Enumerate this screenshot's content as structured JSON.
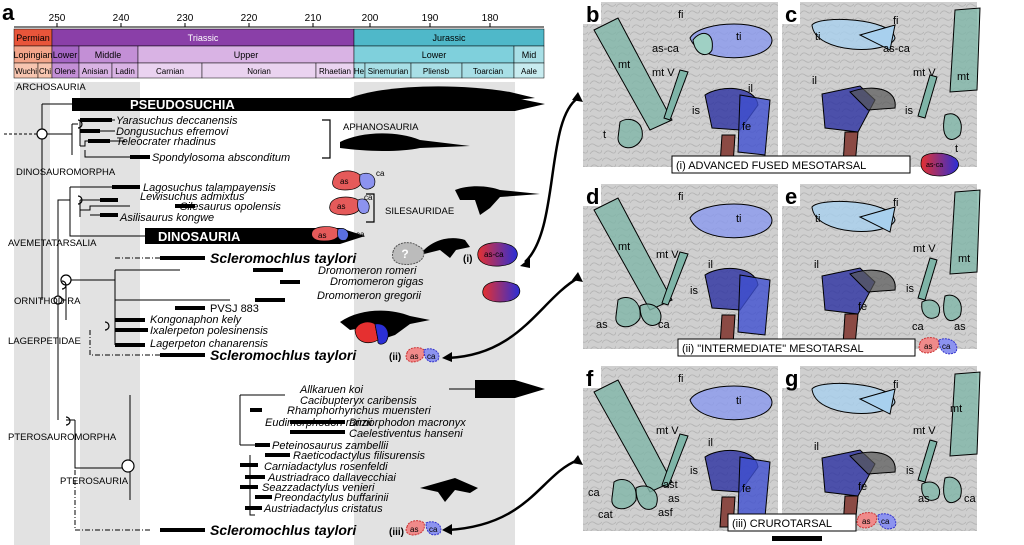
{
  "panel_labels": {
    "a": "a",
    "b": "b",
    "c": "c",
    "d": "d",
    "e": "e",
    "f": "f",
    "g": "g"
  },
  "timescale": {
    "ticks": [
      "250",
      "240",
      "230",
      "220",
      "210",
      "200",
      "190"
    ],
    "periods": [
      "Permian",
      "Triassic",
      "Jurassic"
    ],
    "epochs": [
      "Lopingian",
      "Lower",
      "Middle",
      "Upper",
      "Lower",
      "Mid"
    ],
    "stages": [
      "Wuchi",
      "Chi",
      "Olene",
      "Anisian",
      "Ladin",
      "Carnian",
      "Norian",
      "Rhaetian",
      "He",
      "Sinemurian",
      "Pliensb",
      "Toarcian",
      "Aale"
    ]
  },
  "clades": {
    "archosauria": "ARCHOSAURIA",
    "pseudosuchia": "PSEUDOSUCHIA",
    "aphanosauria": "APHANOSAURIA",
    "dinosauromorpha": "DINOSAUROMORPHA",
    "silesauridae": "SILESAURIDAE",
    "avemetatarsalia": "AVEMETATARSALIA",
    "dinosauria": "DINOSAURIA",
    "ornithodira": "ORNITHODIRA",
    "lagerpetidae": "LAGERPETIDAE",
    "pterosauromorpha": "PTEROSAUROMORPHA",
    "pterosauria": "PTEROSAURIA"
  },
  "taxa": {
    "yarasuchus": "Yarasuchus deccanensis",
    "dongusuchus": "Dongusuchus efremovi",
    "teleocrater": "Teleocrater rhadinus",
    "spondylosoma": "Spondylosoma absconditum",
    "lagosuchus": "Lagosuchus talampayensis",
    "lewisuchus": "Lewisuchus admixtus",
    "silesaurus": "Silesaurus opolensis",
    "asilisaurus": "Asilisaurus kongwe",
    "sclero1": "Scleromochlus taylori",
    "drom_romeri": "Dromomeron romeri",
    "drom_gigas": "Dromomeron gigas",
    "drom_gregorii": "Dromomeron gregorii",
    "pvsj": "PVSJ 883",
    "kongonaphon": "Kongonaphon kely",
    "ixalerpeton": "Ixalerpeton polesinensis",
    "lagerpeton": "Lagerpeton chanarensis",
    "sclero2": "Scleromochlus taylori",
    "allkaruen": "Allkaruen koi",
    "cacibupteryx": "Cacibupteryx caribensis",
    "rhamphorhynchus": "Rhamphorhynchus muensteri",
    "eudimorphodon": "Eudimorphodon ranzii",
    "dimorphodon": "Dimorphodon macronyx",
    "caelestiventus": "Caelestiventus hanseni",
    "peteinosaurus": "Peteinosaurus zambellii",
    "raeticodactylus": "Raeticodactylus filisurensis",
    "carniadactylus": "Carniadactylus rosenfeldi",
    "austriadraco": "Austriadraco dallavecchiai",
    "seazzadactylus": "Seazzadactylus venieri",
    "preondactylus": "Preondactylus buffarinii",
    "austriadactylus": "Austriadactylus cristatus",
    "sclero3": "Scleromochlus taylori"
  },
  "markers": {
    "i": "(i)",
    "ii": "(ii)",
    "iii": "(iii)",
    "q": "?"
  },
  "bone_labels": {
    "as": "as",
    "ca": "ca",
    "asca": "as-ca",
    "fi": "fi",
    "ti": "ti",
    "mt": "mt",
    "mtV": "mt V",
    "is": "is",
    "il": "il",
    "fe": "fe",
    "t": "t",
    "ast": "ast",
    "asf": "asf",
    "cat": "cat"
  },
  "captions": {
    "c1": "(i) ADVANCED FUSED MESOTARSAL",
    "c2": "(ii) \"INTERMEDIATE\" MESOTARSAL",
    "c3": "(iii) CRUROTARSAL"
  },
  "colors": {
    "permian": "#e8553a",
    "triassic": "#8a3fa8",
    "lowerTri": "#a566c4",
    "middleTri": "#c38fd6",
    "upperTri": "#d9b3e4",
    "jurassic": "#4fb8c9",
    "lowerJur": "#7fd0dc",
    "midJur": "#a8dfe6",
    "lopingian": "#f2a58a",
    "astragalus": "#e55a5a",
    "calcaneum": "#5a6fe0",
    "bone_blue": "#3f4fd0",
    "bone_teal": "#7fb5a8",
    "bone_brown": "#8b4a44",
    "rock": "#c9c9c9"
  }
}
